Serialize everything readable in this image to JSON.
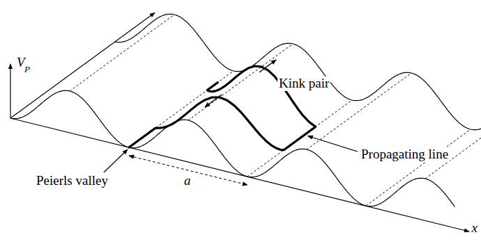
{
  "diagram": {
    "labels": [
      "V",
      "P",
      "Kink pair",
      "Propagating line",
      "Peierls valley",
      "a",
      "x"
    ]
  }
}
